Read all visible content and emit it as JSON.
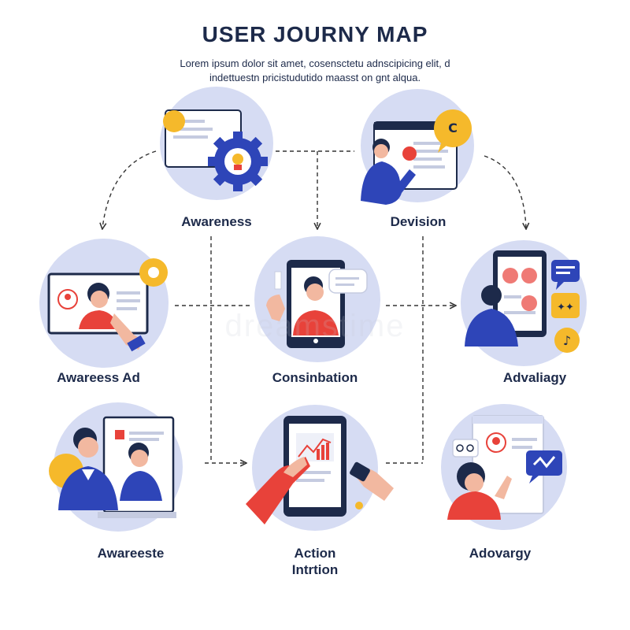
{
  "header": {
    "title": "USER JOURNY MAP",
    "subtitle_line1": "Lorem ipsum dolor sit amet, cosensctetu adnscipicing elit, d",
    "subtitle_line2": "indettuestn pricistudutido maasst on gnt alqua."
  },
  "stages": [
    {
      "label": "Awareness"
    },
    {
      "label": "Devision"
    },
    {
      "label": "Awareess Ad"
    },
    {
      "label": "Consinbation"
    },
    {
      "label": "Advaliagy"
    },
    {
      "label": "Awareeste"
    },
    {
      "label_line1": "Action",
      "label_line2": "Intrtion"
    },
    {
      "label": "Adovargy"
    }
  ],
  "watermark": "dreamstime",
  "colors": {
    "circle_bg": "#d6dcf3",
    "navy": "#1d2a4a",
    "blue": "#2e45b8",
    "red": "#e8423a",
    "yellow": "#f5b92b",
    "dashed_line": "#333333"
  }
}
